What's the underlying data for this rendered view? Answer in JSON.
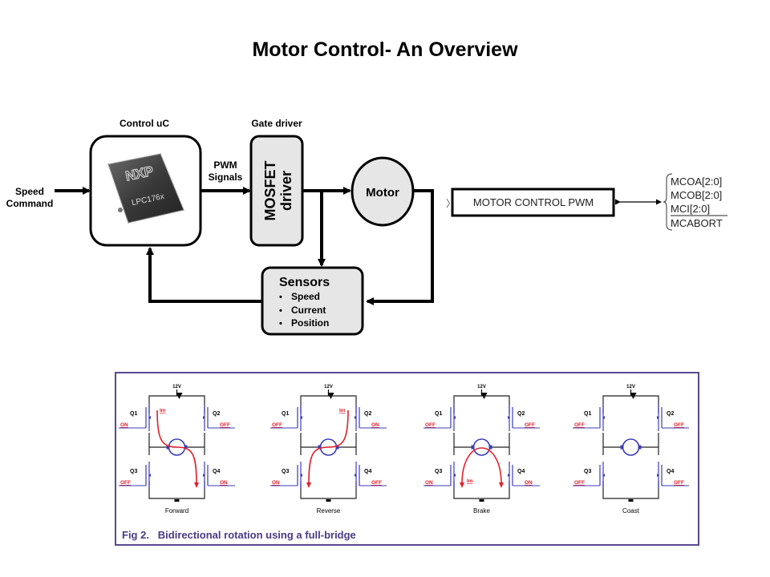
{
  "slide": {
    "title": "Motor Control- An Overview"
  },
  "block_diagram": {
    "input_label_line1": "Speed",
    "input_label_line2": "Command",
    "control_uc_label": "Control uC",
    "chip_brand": "NXP",
    "chip_part": "LPC176x",
    "pwm_label_line1": "PWM",
    "pwm_label_line2": "Signals",
    "gate_driver_label": "Gate driver",
    "mosfet_line1": "MOSFET",
    "mosfet_line2": "driver",
    "motor_label": "Motor",
    "sensors_title": "Sensors",
    "sensors_items": [
      "Speed",
      "Current",
      "Position"
    ]
  },
  "pwm_block": {
    "label": "MOTOR CONTROL PWM",
    "signals": [
      "MCOA[2:0]",
      "MCOB[2:0]",
      "MCI[2:0]",
      "MCABORT"
    ],
    "overlined_signal_index": 3
  },
  "full_bridge": {
    "supply_label": "12V",
    "current_label": "Im",
    "colors": {
      "state_text": "#e0202a",
      "current_arrow": "#e0202a",
      "transistor": "#3b3bb8",
      "frame": "#5a4a8f",
      "caption": "#4a3a86"
    },
    "modes": [
      {
        "name": "Forward",
        "Q1": "ON",
        "Q2": "OFF",
        "Q3": "OFF",
        "Q4": "ON"
      },
      {
        "name": "Reverse",
        "Q1": "OFF",
        "Q2": "ON",
        "Q3": "ON",
        "Q4": "OFF"
      },
      {
        "name": "Brake",
        "Q1": "OFF",
        "Q2": "OFF",
        "Q3": "ON",
        "Q4": "ON"
      },
      {
        "name": "Coast",
        "Q1": "OFF",
        "Q2": "OFF",
        "Q3": "OFF",
        "Q4": "OFF"
      }
    ],
    "transistor_labels": [
      "Q1",
      "Q2",
      "Q3",
      "Q4"
    ],
    "caption": "Fig 2.   Bidirectional rotation using a full-bridge"
  }
}
